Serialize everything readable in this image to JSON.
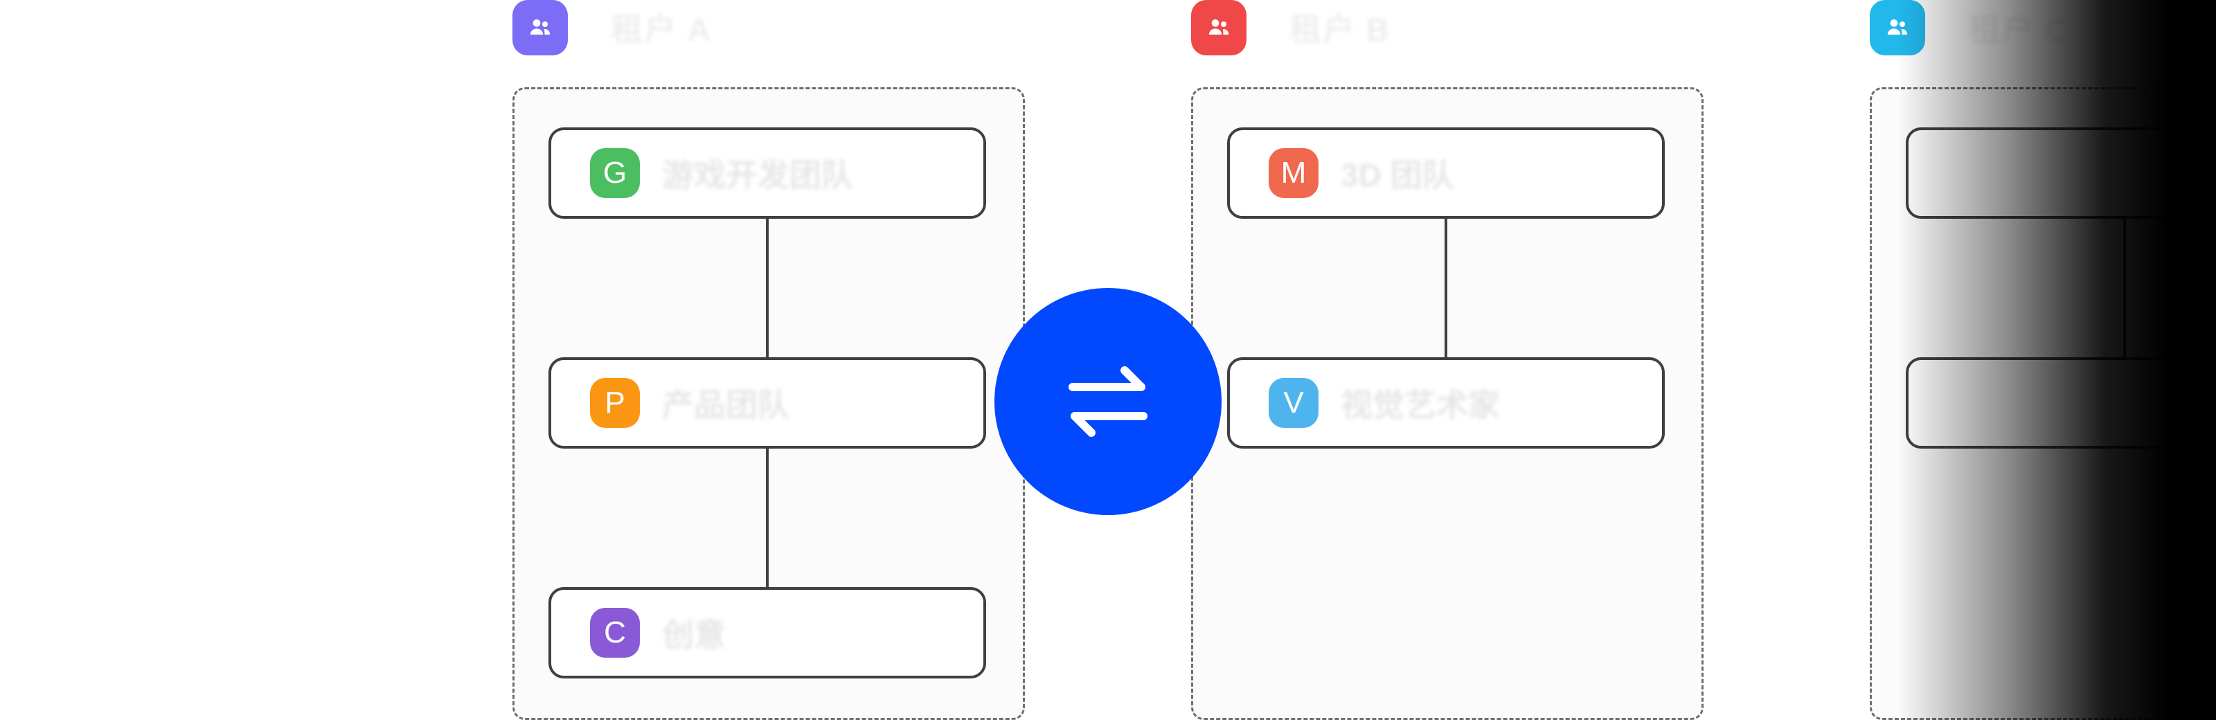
{
  "colors": {
    "tenant_a": "#7c6cf6",
    "tenant_b": "#f04848",
    "tenant_c": "#22b8ec",
    "swap": "#0148ff",
    "avatar_g": "#4cbe62",
    "avatar_p": "#fb9612",
    "avatar_c": "#8a5ad6",
    "avatar_m": "#f0684e",
    "avatar_v": "#4eb4ee"
  },
  "tenants": [
    {
      "name": "租户 A",
      "icon": "users-icon",
      "teams": [
        {
          "initial": "G",
          "label": "游戏开发团队"
        },
        {
          "initial": "P",
          "label": "产品团队"
        },
        {
          "initial": "C",
          "label": "创意"
        }
      ]
    },
    {
      "name": "租户 B",
      "icon": "users-icon",
      "teams": [
        {
          "initial": "M",
          "label": "3D 团队"
        },
        {
          "initial": "V",
          "label": "视觉艺术家"
        }
      ]
    },
    {
      "name": "租户 C",
      "icon": "users-icon",
      "teams": []
    }
  ],
  "swap": {
    "icon": "swap-arrows-icon"
  }
}
